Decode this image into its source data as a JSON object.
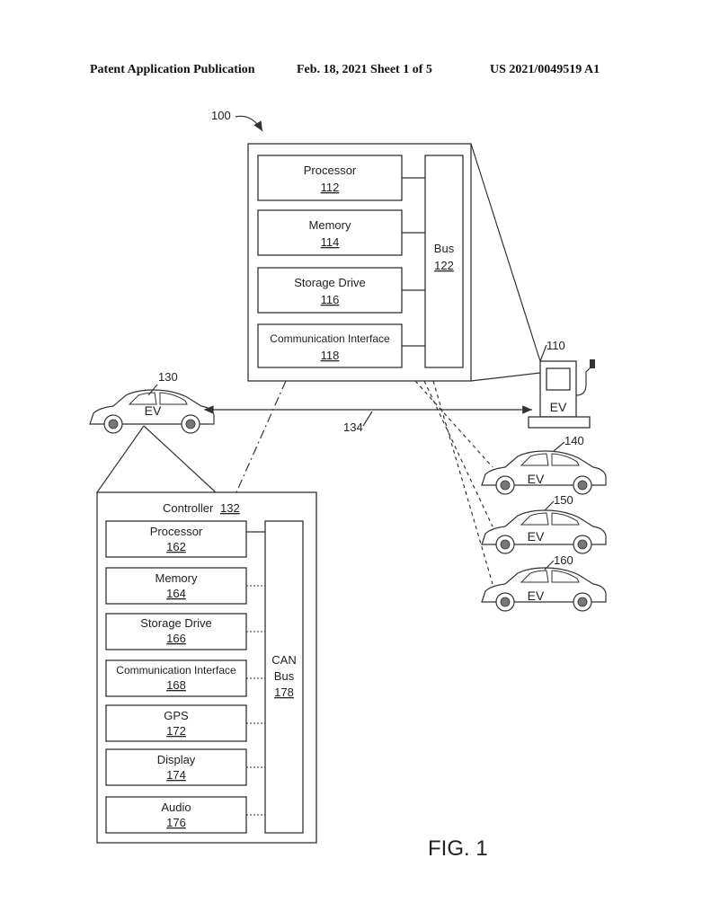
{
  "header": {
    "left": "Patent Application Publication",
    "middle": "Feb. 18, 2021  Sheet 1 of 5",
    "right": "US 2021/0049519 A1"
  },
  "figure": {
    "system_ref": "100",
    "server": {
      "processor": {
        "label": "Processor",
        "num": "112"
      },
      "memory": {
        "label": "Memory",
        "num": "114"
      },
      "storage": {
        "label": "Storage Drive",
        "num": "116"
      },
      "comm": {
        "label": "Communication Interface",
        "num": "118"
      },
      "bus": {
        "label": "Bus",
        "num": "122"
      }
    },
    "charger": {
      "ref": "110",
      "label": "EV"
    },
    "vehicle": {
      "ref": "130",
      "label": "EV"
    },
    "link_ref": "134",
    "controller": {
      "title": "Controller",
      "title_num": "132",
      "processor": {
        "label": "Processor",
        "num": "162"
      },
      "memory": {
        "label": "Memory",
        "num": "164"
      },
      "storage": {
        "label": "Storage Drive",
        "num": "166"
      },
      "comm": {
        "label": "Communication Interface",
        "num": "168"
      },
      "gps": {
        "label": "GPS",
        "num": "172"
      },
      "display": {
        "label": "Display",
        "num": "174"
      },
      "audio": {
        "label": "Audio",
        "num": "176"
      },
      "bus_line1": "CAN",
      "bus_line2": "Bus",
      "bus_num": "178"
    },
    "ev140": {
      "ref": "140",
      "label": "EV"
    },
    "ev150": {
      "ref": "150",
      "label": "EV"
    },
    "ev160": {
      "ref": "160",
      "label": "EV"
    },
    "caption": "FIG. 1"
  }
}
